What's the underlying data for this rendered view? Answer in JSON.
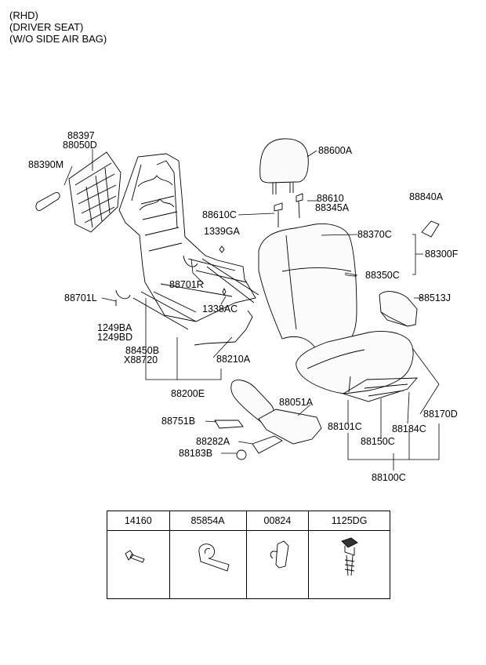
{
  "header": {
    "line1": "(RHD)",
    "line2": "(DRIVER SEAT)",
    "line3": "(W/O SIDE AIR BAG)"
  },
  "labels": {
    "p88397": "88397",
    "p88050D": "88050D",
    "p88390M": "88390M",
    "p88600A": "88600A",
    "p88610": "88610",
    "p88345A": "88345A",
    "p88610C": "88610C",
    "p88840A": "88840A",
    "p1339GA": "1339GA",
    "p88370C": "88370C",
    "p88300F": "88300F",
    "p88701R": "88701R",
    "p88350C": "88350C",
    "p88701L": "88701L",
    "p1338AC": "1338AC",
    "p88513J": "88513J",
    "p1249BA": "1249BA",
    "p1249BD": "1249BD",
    "p88450B": "88450B",
    "pX88720": "X88720",
    "p88210A": "88210A",
    "p88200E": "88200E",
    "p88051A": "88051A",
    "p88170D": "88170D",
    "p88751B": "88751B",
    "p88101C": "88101C",
    "p88184C": "88184C",
    "p88282A": "88282A",
    "p88150C": "88150C",
    "p88183B": "88183B",
    "p88100C": "88100C"
  },
  "legend": {
    "codes": [
      "14160",
      "85854A",
      "00824",
      "1125DG"
    ]
  }
}
